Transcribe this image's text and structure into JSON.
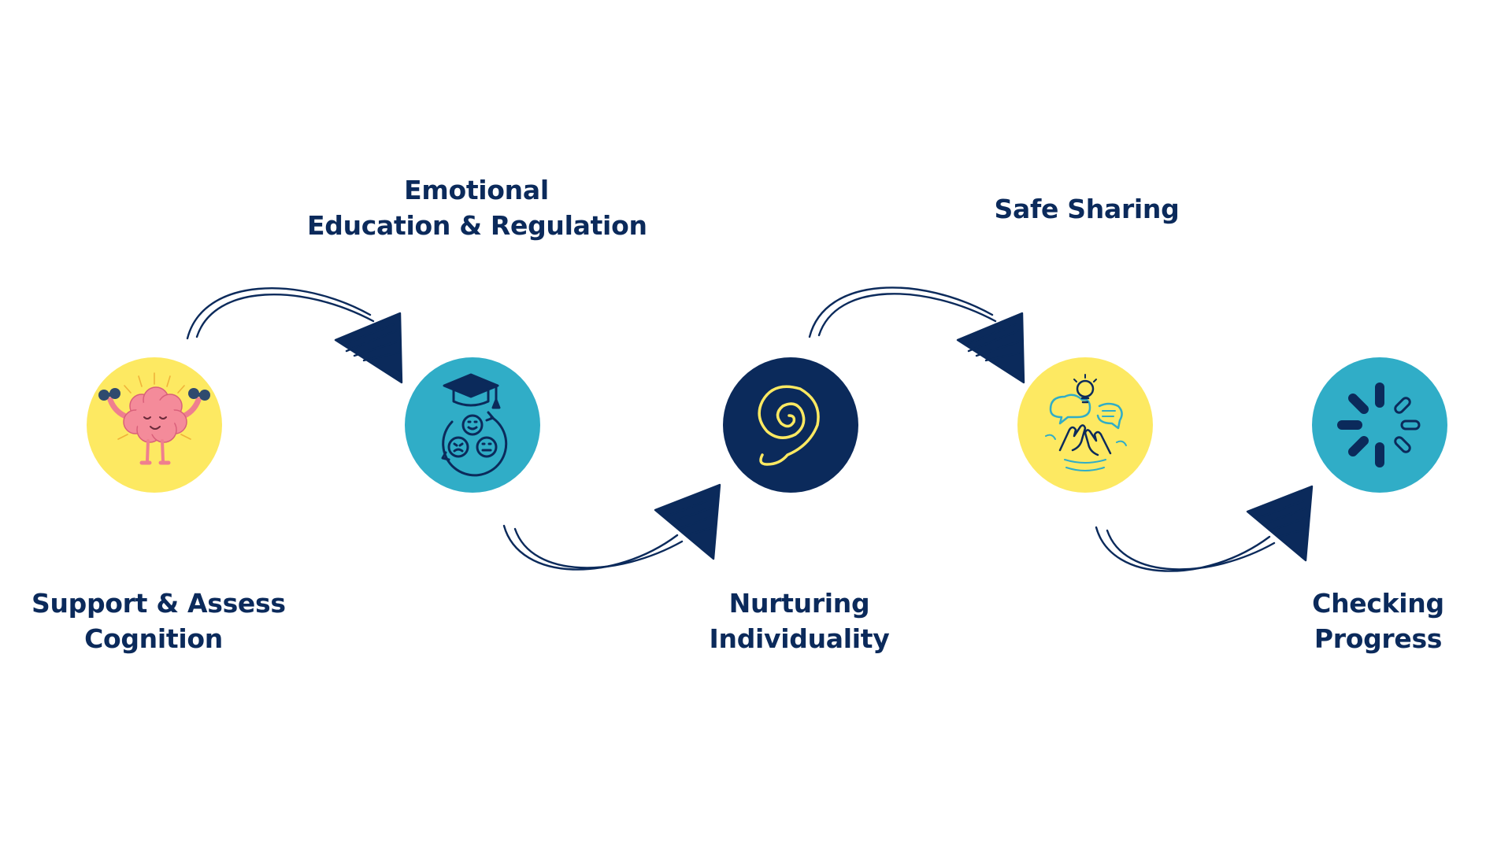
{
  "steps": [
    {
      "id": "cognition",
      "lines": [
        "Support & Assess",
        "Cognition"
      ],
      "color": "#fde962",
      "icon": "brain-with-dumbbells-icon"
    },
    {
      "id": "emotional",
      "lines": [
        "Emotional",
        "Education & Regulation"
      ],
      "color": "#30adc7",
      "icon": "graduation-cap-emotions-icon"
    },
    {
      "id": "individuality",
      "lines": [
        "Nurturing",
        "Individuality"
      ],
      "color": "#0b2a5b",
      "icon": "spiral-ear-icon"
    },
    {
      "id": "sharing",
      "lines": [
        "Safe Sharing"
      ],
      "color": "#fde962",
      "icon": "sharing-hands-ideas-icon"
    },
    {
      "id": "progress",
      "lines": [
        "Checking",
        "Progress"
      ],
      "color": "#30adc7",
      "icon": "loading-spinner-icon"
    }
  ],
  "colors": {
    "text": "#0b2a5b",
    "arrow": "#0b2a5b",
    "background": "#ffffff"
  }
}
